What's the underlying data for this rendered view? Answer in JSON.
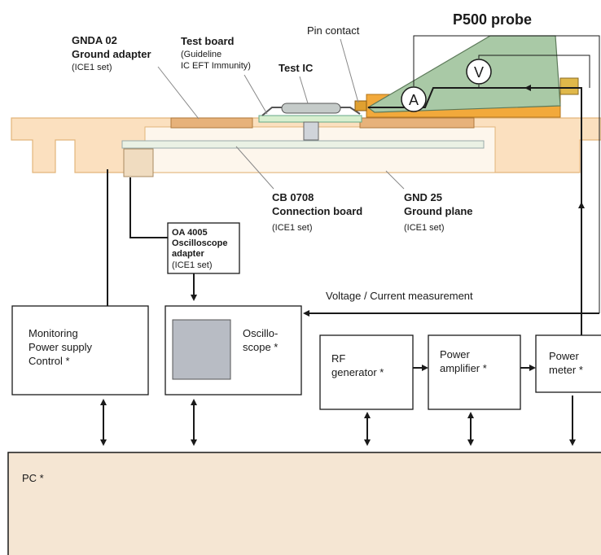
{
  "probe": {
    "title": "P500 probe",
    "voltmeter_symbol": "V",
    "ammeter_symbol": "A"
  },
  "labels": {
    "pin_contact": "Pin contact",
    "gnda_title1": "GNDA 02",
    "gnda_title2": "Ground adapter",
    "gnda_sub": "(ICE1 set)",
    "testboard_title": "Test board",
    "testboard_sub1": "(Guideline",
    "testboard_sub2": "IC EFT Immunity)",
    "test_ic": "Test IC",
    "cb_title1": "CB 0708",
    "cb_title2": "Connection board",
    "cb_sub": "(ICE1 set)",
    "gnd_title1": "GND 25",
    "gnd_title2": "Ground plane",
    "gnd_sub": "(ICE1 set)",
    "oa_title1": "OA 4005",
    "oa_title2": "Oscilloscope",
    "oa_title3": "adapter",
    "oa_sub": "(ICE1 set)",
    "measurement": "Voltage / Current  measurement"
  },
  "boxes": {
    "monitoring1": "Monitoring",
    "monitoring2": "Power supply",
    "monitoring3": "Control *",
    "oscillo1": "Oscillo-",
    "oscillo2": "scope *",
    "rf1": "RF",
    "rf2": "generator *",
    "amp1": "Power",
    "amp2": "amplifier *",
    "meter1": "Power",
    "meter2": "meter *",
    "pc": "PC *"
  },
  "colors": {
    "ground_plane": "#fbe0bf",
    "ground_plane_stroke": "#e2b57a",
    "connection_board": "#eaf1e4",
    "probe_body": "#a9c9a6",
    "probe_base": "#f2a93b",
    "pc_fill": "#f5e6d3",
    "scope_screen": "#b8bcc4"
  }
}
